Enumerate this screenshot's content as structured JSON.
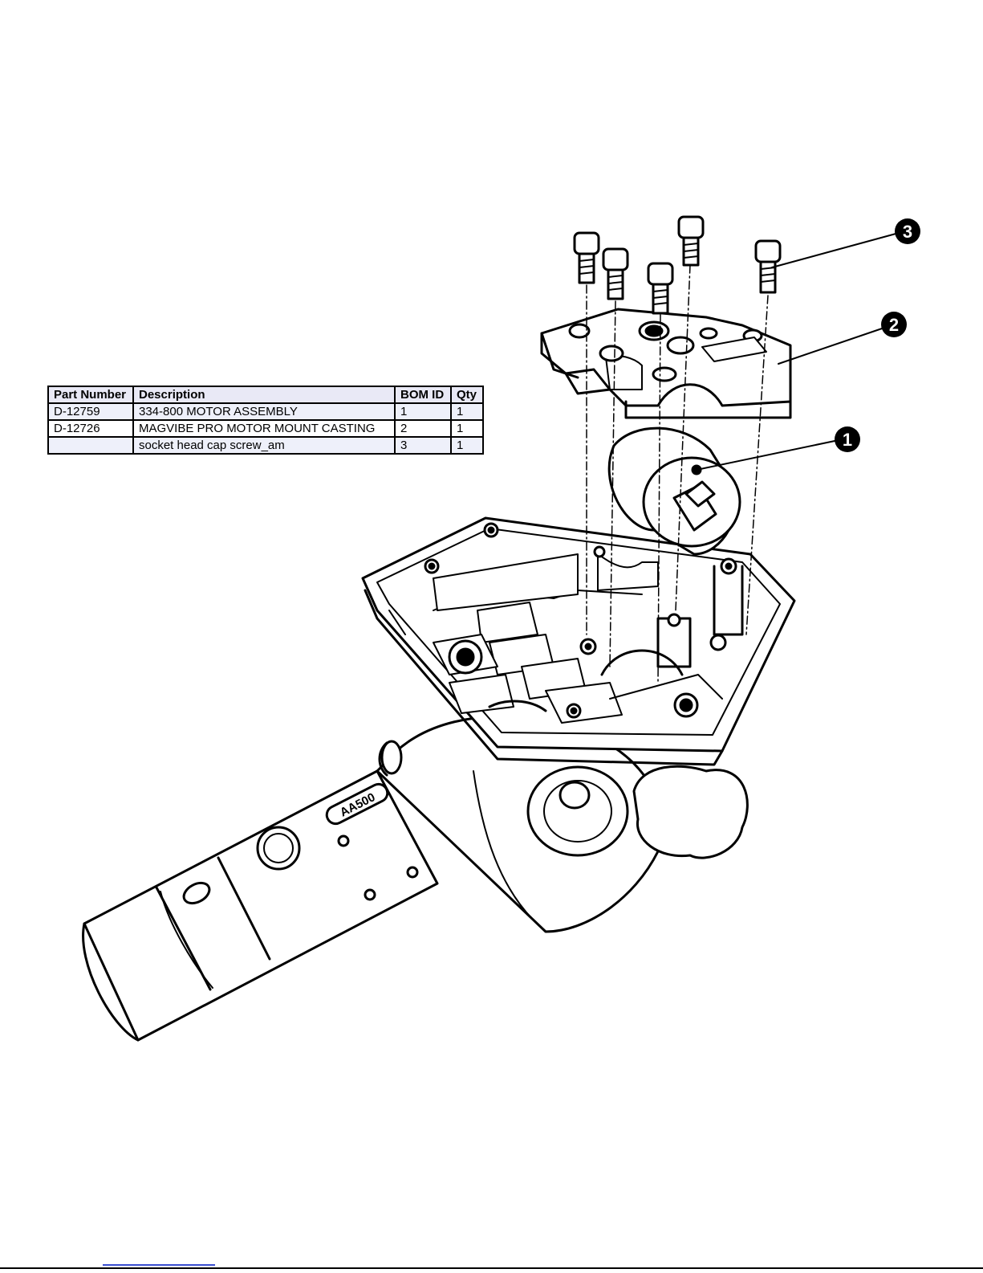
{
  "bom": {
    "headers": [
      "Part Number",
      "Description",
      "BOM ID",
      "Qty"
    ],
    "rows": [
      [
        "D-12759",
        "334-800 MOTOR ASSEMBLY",
        "1",
        "1"
      ],
      [
        "D-12726",
        "MAGVIBE PRO MOTOR MOUNT CASTING",
        "2",
        "1"
      ],
      [
        "",
        "socket head cap screw_am",
        "3",
        "1"
      ]
    ]
  },
  "balloons": {
    "b1": "1",
    "b2": "2",
    "b3": "3"
  },
  "drawing": {
    "handle_label": "AA500"
  },
  "colors": {
    "ink": "#000000",
    "table_header": "#e9e9f6",
    "table_row_alt": "#eef0fa",
    "footer_link": "#3a4fd0"
  }
}
